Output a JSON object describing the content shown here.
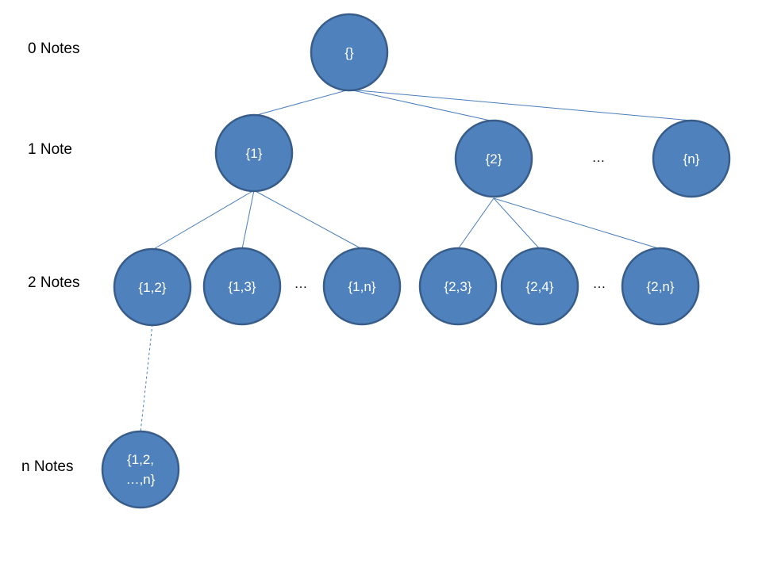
{
  "levels": {
    "level_0": "0 Notes",
    "level_1": "1 Note",
    "level_2": "2 Notes",
    "level_n": "n Notes"
  },
  "nodes": {
    "root": "{}",
    "n1": "{1}",
    "n2": "{2}",
    "nn": "{n}",
    "n12": "{1,2}",
    "n13": "{1,3}",
    "n1n": "{1,n}",
    "n23": "{2,3}",
    "n24": "{2,4}",
    "n2n": "{2,n}",
    "n12n_line1": "{1,2,",
    "n12n_line2": "…,n}"
  },
  "ellipses": {
    "level1": "…",
    "level2_a": "…",
    "level2_b": "…"
  },
  "colors": {
    "node_fill": "#4f81bd",
    "node_stroke": "#385d8a",
    "edge": "#4a7ebb",
    "node_text": "#ffffff"
  }
}
